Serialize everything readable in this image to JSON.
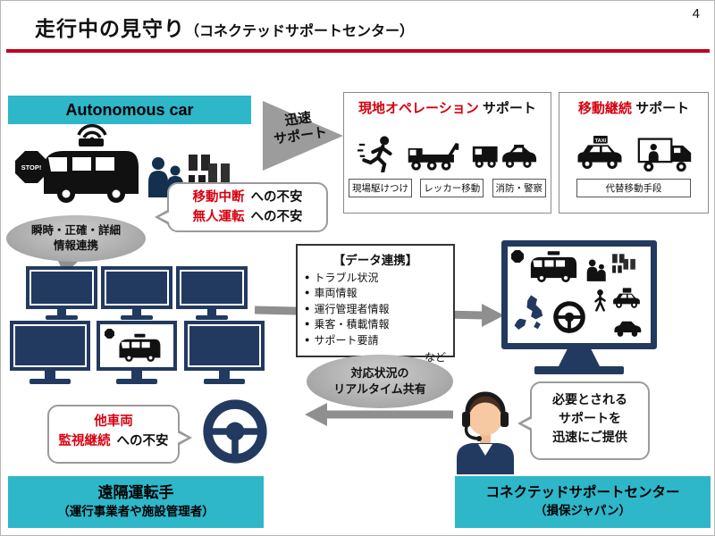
{
  "page": {
    "number": "4",
    "title": "走行中の見守り",
    "subtitle": "（コネクテッドサポートセンター）"
  },
  "autonomous_car": {
    "label": "Autonomous car",
    "stop_sign": "STOP!"
  },
  "rapid_support": {
    "line1": "迅速",
    "line2": "サポート"
  },
  "onsite_support": {
    "title_red": "現地オペレーション",
    "title_black": "サポート",
    "tags": [
      "現場駆けつけ",
      "レッカー移動",
      "消防・警察"
    ]
  },
  "mobility_support": {
    "title_red": "移動継続",
    "title_black": "サポート",
    "tag": "代替移動手段",
    "taxi_label": "TAXI"
  },
  "anxiety_top": {
    "red1": "移動中断",
    "black1": "への不安",
    "red2": "無人運転",
    "black2": "への不安"
  },
  "info_link": {
    "line1": "瞬時・正確・詳細",
    "line2": "情報連携"
  },
  "data_link": {
    "title": "【データ連携】",
    "items": [
      "トラブル状況",
      "車両情報",
      "運行管理者情報",
      "乗客・積載情報",
      "サポート要請"
    ],
    "etc": "など"
  },
  "realtime": {
    "line1": "対応状況の",
    "line2": "リアルタイム共有"
  },
  "anxiety_bottom": {
    "red1": "他車両",
    "red2": "監視継続",
    "black2": "への不安"
  },
  "remote_driver": {
    "line1": "遠隔運転手",
    "line2": "（運行事業者や施設管理者）"
  },
  "support_offer": {
    "line1": "必要とされる",
    "line2": "サポートを",
    "line3": "迅速にご提供"
  },
  "support_center": {
    "line1": "コネクテッドサポートセンター",
    "line2": "（損保ジャパン）"
  },
  "colors": {
    "accent_cyan": "#2eb6c9",
    "accent_red": "#d7000f",
    "navy": "#233a60",
    "rule_red": "#c00020",
    "arrow_gray": "#8f8f8f"
  }
}
